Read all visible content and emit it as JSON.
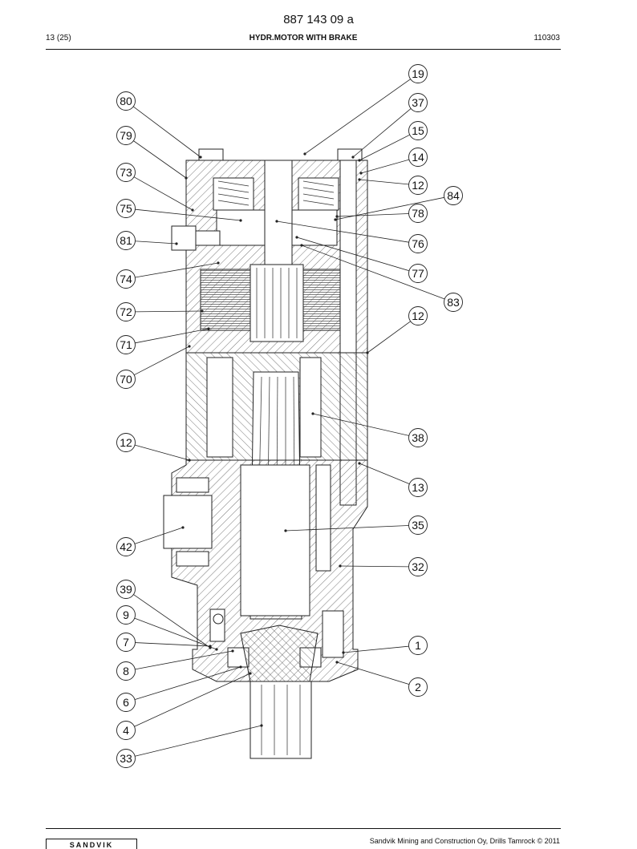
{
  "document": {
    "number": "887 143 09 a",
    "page": "13 (25)",
    "title": "HYDR.MOTOR WITH BRAKE",
    "code": "110303"
  },
  "footer": {
    "logo": "SANDVIK",
    "copyright": "Sandvik Mining and Construction Oy, Drills Tamrock © 2011"
  },
  "callouts": [
    "19",
    "80",
    "37",
    "79",
    "15",
    "14",
    "73",
    "12",
    "84",
    "75",
    "78",
    "81",
    "76",
    "74",
    "77",
    "83",
    "72",
    "12",
    "71",
    "70",
    "38",
    "12",
    "13",
    "35",
    "42",
    "32",
    "39",
    "9",
    "1",
    "7",
    "8",
    "2",
    "6",
    "4",
    "33"
  ]
}
